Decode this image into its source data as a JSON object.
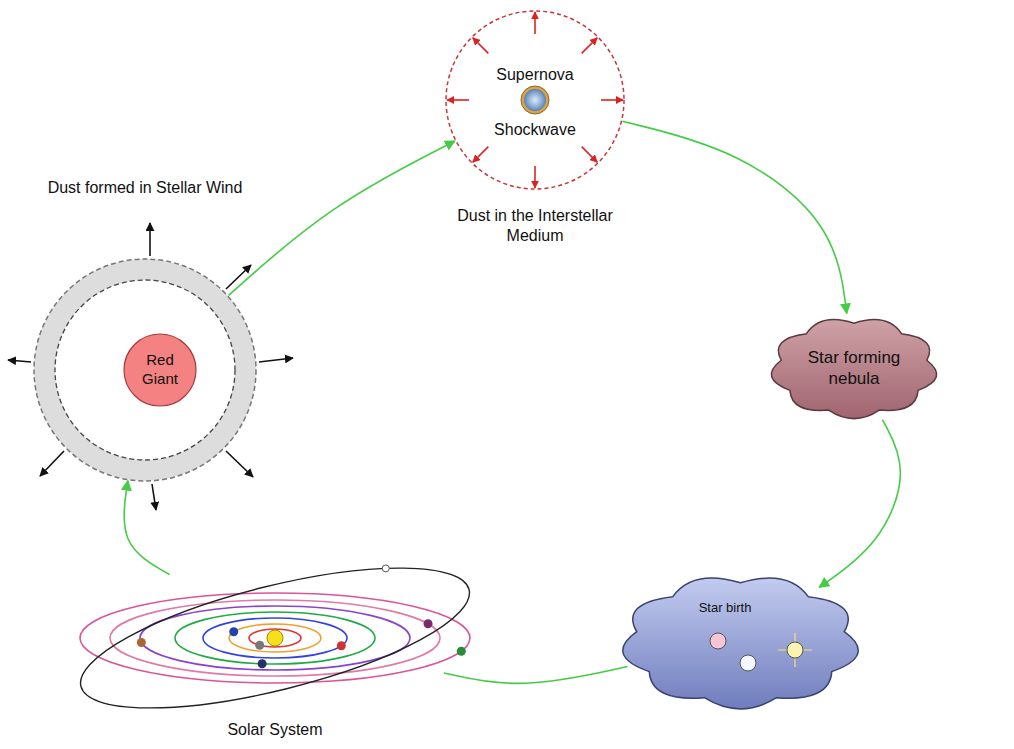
{
  "diagram": {
    "nodes": [
      {
        "text": [
          "Dust formed in Stellar Wind"
        ]
      },
      {
        "text": [
          "Red Giant"
        ],
        "in": 0
      },
      {
        "text": [
          "Supernova",
          "Shockwave",
          "Dust in the Interstellar Medium"
        ]
      },
      {
        "text": [
          "Star forming nebula"
        ]
      },
      {
        "text": [
          "Star birth"
        ]
      },
      {
        "text": [
          "Solar System"
        ]
      }
    ],
    "edges": [
      {
        "from": 0,
        "to": 2,
        "arrow": "to"
      },
      {
        "from": 2,
        "to": 3,
        "arrow": "to"
      },
      {
        "from": 3,
        "to": 4,
        "arrow": "to"
      },
      {
        "from": 4,
        "to": 5,
        "arrow": "none"
      },
      {
        "from": 5,
        "to": 0,
        "arrow": "to"
      }
    ]
  }
}
